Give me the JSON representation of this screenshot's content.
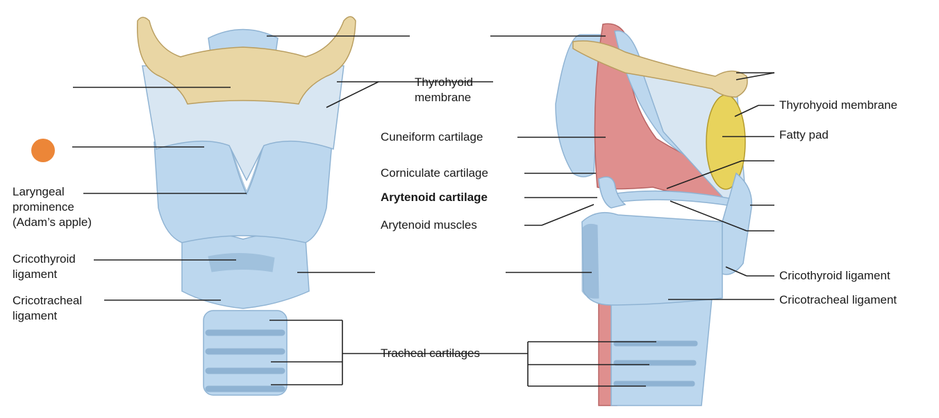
{
  "colors": {
    "cartilage": "#bcd7ee",
    "cartilage_dark": "#8fb3d3",
    "bone": "#e9d6a4",
    "muscle": "#df8f8e",
    "fat": "#e8d35c",
    "line": "#222222",
    "marker": "#ec8638"
  },
  "labels": {
    "thyrohyoid_left": "Thyrohyoid\nmembrane",
    "laryngeal": "Laryngeal\nprominence\n(Adam’s apple)",
    "cricothyroid_left": "Cricothyroid\nligament",
    "cricotracheal_left": "Cricotracheal\nligament",
    "cuneiform": "Cuneiform cartilage",
    "corniculate": "Corniculate cartilage",
    "arytenoid_cart": "Arytenoid cartilage",
    "arytenoid_musc": "Arytenoid muscles",
    "tracheal": "Tracheal cartilages",
    "thyrohyoid_right": "Thyrohyoid membrane",
    "fatty_pad": "Fatty pad",
    "cricothyroid_right": "Cricothyroid ligament",
    "cricotracheal_right": "Cricotracheal ligament"
  }
}
